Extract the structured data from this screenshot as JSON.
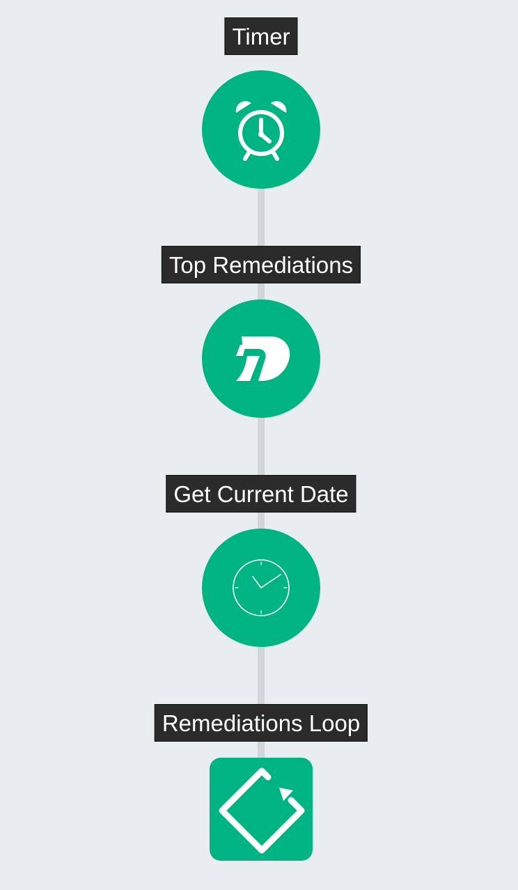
{
  "workflow": {
    "steps": [
      {
        "label": "Timer",
        "icon": "alarm-clock-icon"
      },
      {
        "label": "Top Remediations",
        "icon": "d7-logo-icon"
      },
      {
        "label": "Get Current Date",
        "icon": "clock-icon"
      },
      {
        "label": "Remediations Loop",
        "icon": "loop-icon"
      }
    ]
  },
  "colors": {
    "background": "#e8edf0",
    "node": "#00b383",
    "connector": "#d2d6d9",
    "label_bg": "#2b2b2b",
    "label_text": "#ffffff"
  }
}
